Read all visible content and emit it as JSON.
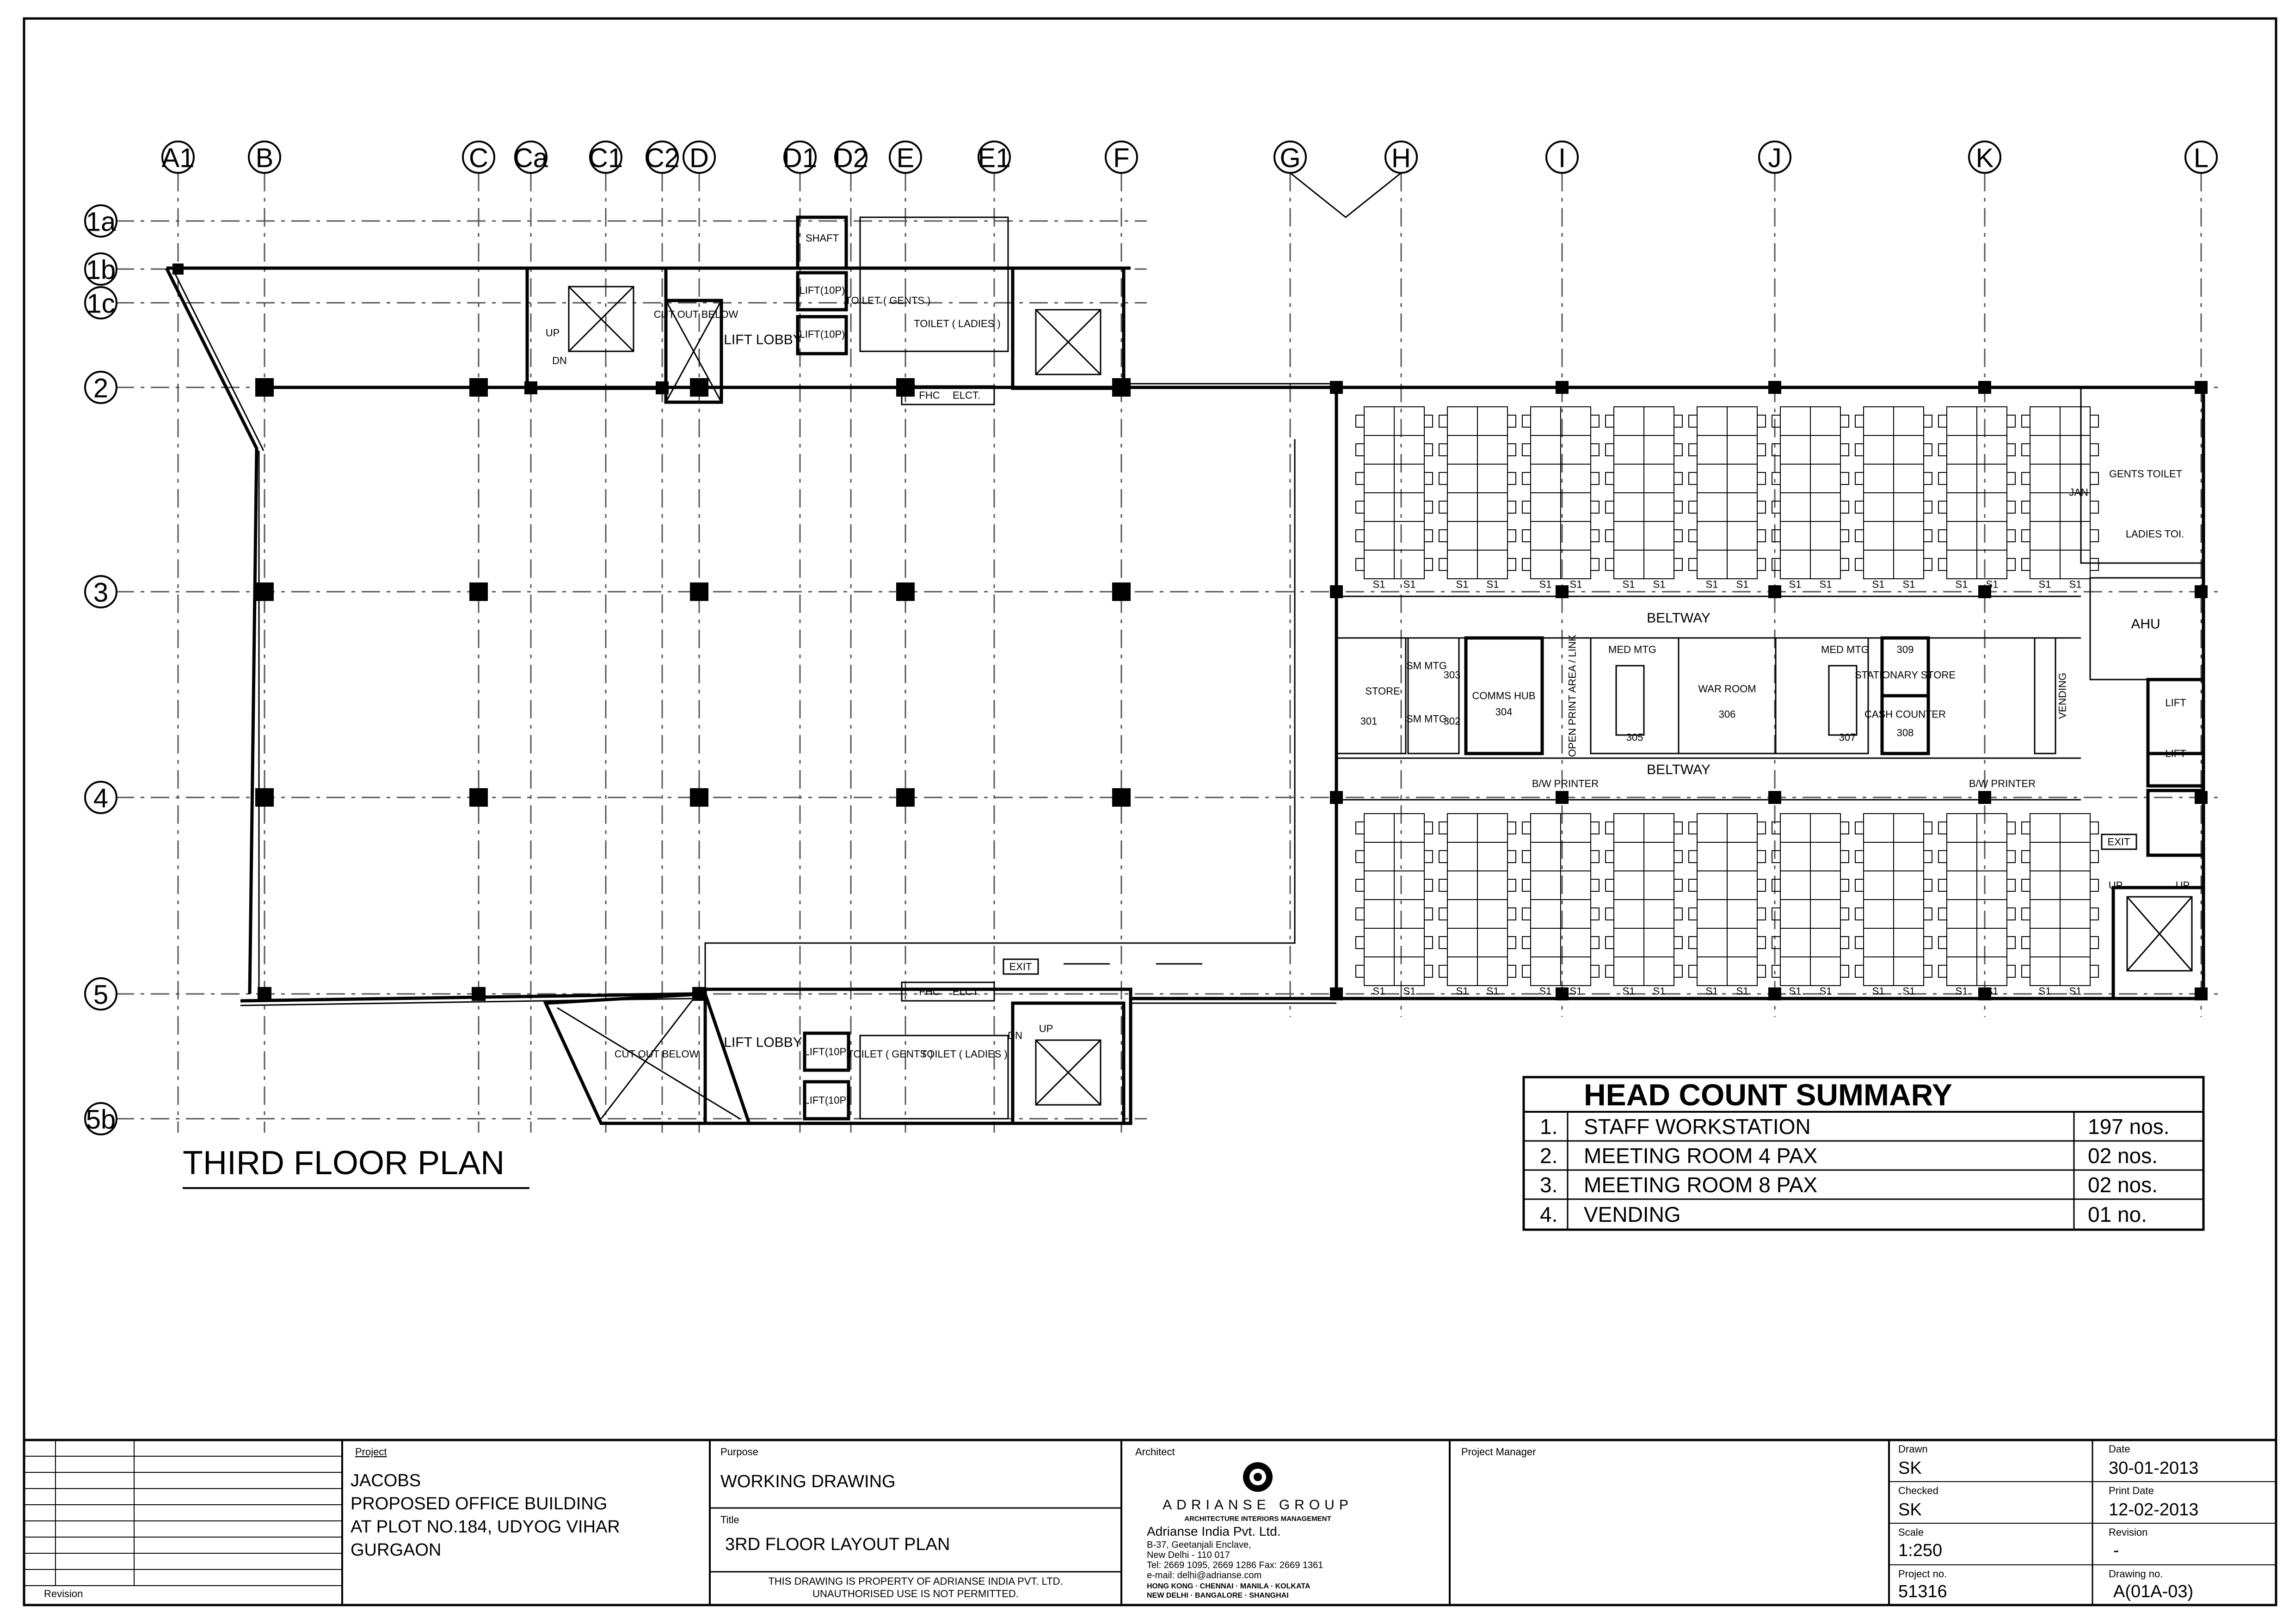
{
  "grid": {
    "columns": [
      "A1",
      "B",
      "C",
      "Ca",
      "C1",
      "C2",
      "D",
      "D1",
      "D2",
      "E",
      "E1",
      "F",
      "G",
      "H",
      "I",
      "J",
      "K",
      "L"
    ],
    "rows": [
      "1a",
      "1b",
      "1c",
      "2",
      "3",
      "4",
      "5",
      "5b"
    ]
  },
  "plan_title": "THIRD FLOOR PLAN",
  "labels": {
    "cut_out_below": "CUT OUT BELOW",
    "lift_lobby": "LIFT LOBBY",
    "lift_10p": "LIFT(10P)",
    "shaft": "SHAFT",
    "toilet_gents": "TOILET ( GENTS )",
    "toilet_ladies": "TOILET ( LADIES )",
    "fhc": "FHC",
    "elct": "ELCT.",
    "exit": "EXIT",
    "up": "UP",
    "dn": "DN",
    "beltway": "BELTWAY",
    "store": "STORE",
    "sm_mtg": "SM MTG",
    "comms_hub": "COMMS HUB",
    "open_print_area": "OPEN PRINT AREA / LINK",
    "med_mtg": "MED MTG",
    "war_room": "WAR ROOM",
    "stationary_store": "STATIONARY STORE",
    "cash_counter": "CASH COUNTER",
    "vending": "VENDING",
    "ahu": "AHU",
    "lift": "LIFT",
    "jan": "JAN",
    "gents_toilet": "GENTS TOILET",
    "ladies_toi": "LADIES TOI.",
    "bw_printer": "B/W PRINTER",
    "workstation": "S1",
    "room_301": "301",
    "room_302": "302",
    "room_303": "303",
    "room_304": "304",
    "room_305": "305",
    "room_306": "306",
    "room_307": "307",
    "room_308": "308",
    "room_309": "309"
  },
  "head_count": {
    "title": "HEAD COUNT SUMMARY",
    "rows": [
      {
        "no": "1.",
        "item": "STAFF WORKSTATION",
        "count": "197 nos."
      },
      {
        "no": "2.",
        "item": "MEETING ROOM 4 PAX",
        "count": "02 nos."
      },
      {
        "no": "3.",
        "item": "MEETING ROOM 8 PAX",
        "count": "02 nos."
      },
      {
        "no": "4.",
        "item": "VENDING",
        "count": "01 no."
      }
    ]
  },
  "title_block": {
    "revision_label": "Revision",
    "project_label": "Project",
    "project_lines": [
      "JACOBS",
      "PROPOSED  OFFICE BUILDING",
      "AT PLOT NO.184, UDYOG VIHAR",
      "GURGAON"
    ],
    "purpose_label": "Purpose",
    "purpose": "WORKING DRAWING",
    "title_label": "Title",
    "title": "3RD FLOOR LAYOUT PLAN",
    "disclaimer_lines": [
      "THIS DRAWING IS PROPERTY OF ADRIANSE INDIA PVT. LTD.",
      "UNAUTHORISED USE IS NOT PERMITTED."
    ],
    "architect_label": "Architect",
    "firm_name": "ADRIANSE GROUP",
    "firm_tagline": "ARCHITECTURE   INTERIORS   MANAGEMENT",
    "firm_company": "Adrianse India Pvt. Ltd.",
    "firm_address": [
      "B-37, Geetanjali Enclave,",
      "New Delhi - 110 017",
      "Tel: 2669 1095, 2669 1286 Fax: 2669 1361",
      "e-mail: delhi@adrianse.com"
    ],
    "firm_cities": [
      "HONG KONG · CHENNAI · MANILA · KOLKATA",
      "NEW DELHI · BANGALORE · SHANGHAI"
    ],
    "project_manager_label": "Project Manager",
    "drawn_label": "Drawn",
    "drawn": "SK",
    "date_label": "Date",
    "date": "30-01-2013",
    "checked_label": "Checked",
    "checked": "SK",
    "print_date_label": "Print Date",
    "print_date": "12-02-2013",
    "scale_label": "Scale",
    "scale": "1:250",
    "revision2_label": "Revision",
    "revision2": "-",
    "project_no_label": "Project no.",
    "project_no": "51316",
    "drawing_no_label": "Drawing no.",
    "drawing_no": "A(01A-03)"
  }
}
